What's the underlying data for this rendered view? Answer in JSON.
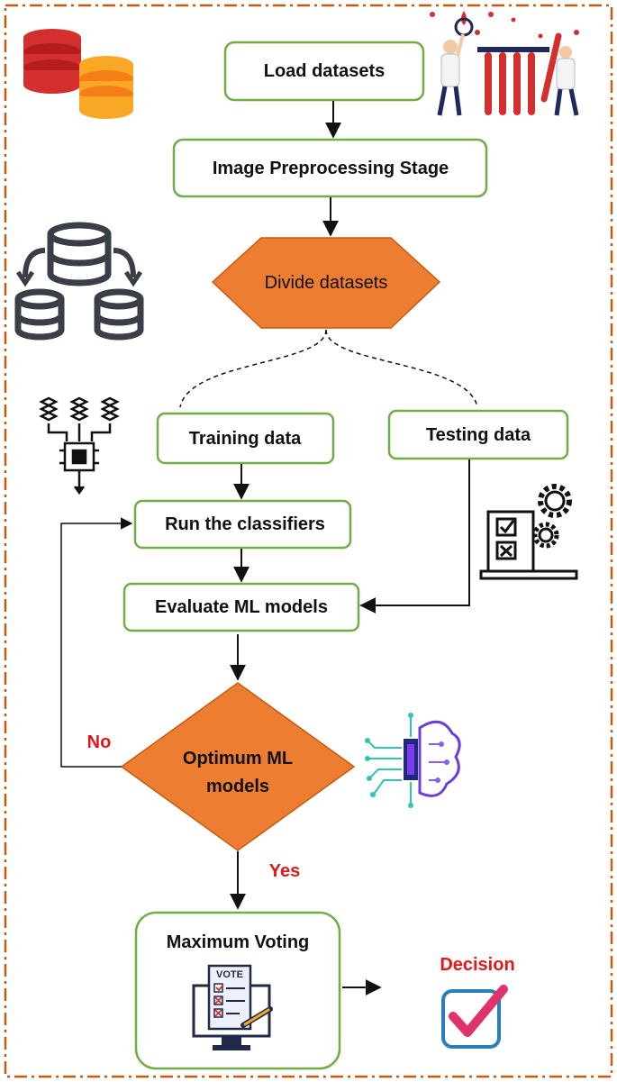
{
  "nodes": {
    "load": "Load datasets",
    "preprocess": "Image Preprocessing Stage",
    "divide": "Divide datasets",
    "training": "Training data",
    "testing": "Testing data",
    "run": "Run the classifiers",
    "evaluate": "Evaluate ML models",
    "optimum_line1": "Optimum ML",
    "optimum_line2": "models",
    "voting": "Maximum Voting",
    "decision": "Decision"
  },
  "edge_labels": {
    "no": "No",
    "yes": "Yes"
  },
  "icons": {
    "vote_badge": "VOTE"
  },
  "colors": {
    "box_border": "#70ad47",
    "process_fill": "#ed7d31",
    "frame": "#c55a11",
    "label_red": "#e3171b",
    "db_red": "#d32f2f",
    "db_orange": "#f9a825",
    "icon_dark": "#3a3f47",
    "check_pink": "#e0336b",
    "check_box": "#2a7fb8"
  }
}
